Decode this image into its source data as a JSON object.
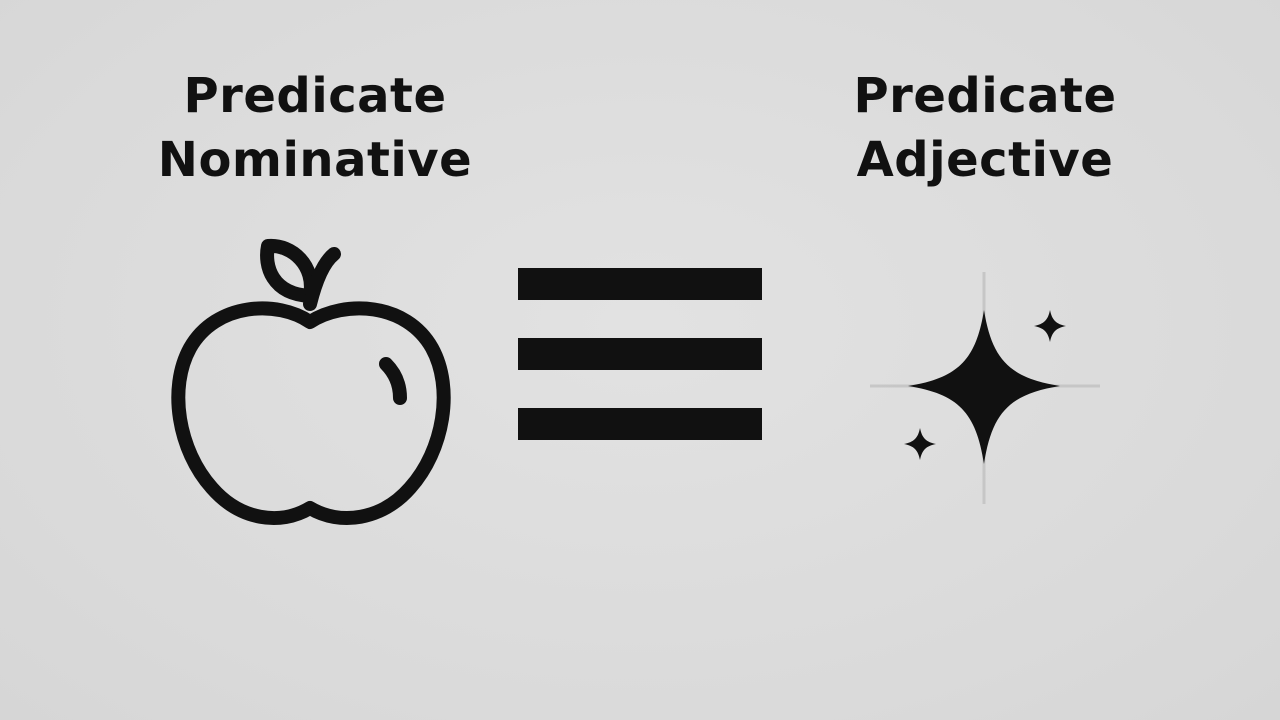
{
  "left_concept": {
    "line1": "Predicate",
    "line2": "Nominative",
    "icon": "apple-icon"
  },
  "relation": {
    "icon": "identical-to-icon"
  },
  "right_concept": {
    "line1": "Predicate",
    "line2": "Adjective",
    "icon": "sparkle-icon"
  },
  "colors": {
    "background": "#dcdcdc",
    "foreground": "#111111"
  }
}
